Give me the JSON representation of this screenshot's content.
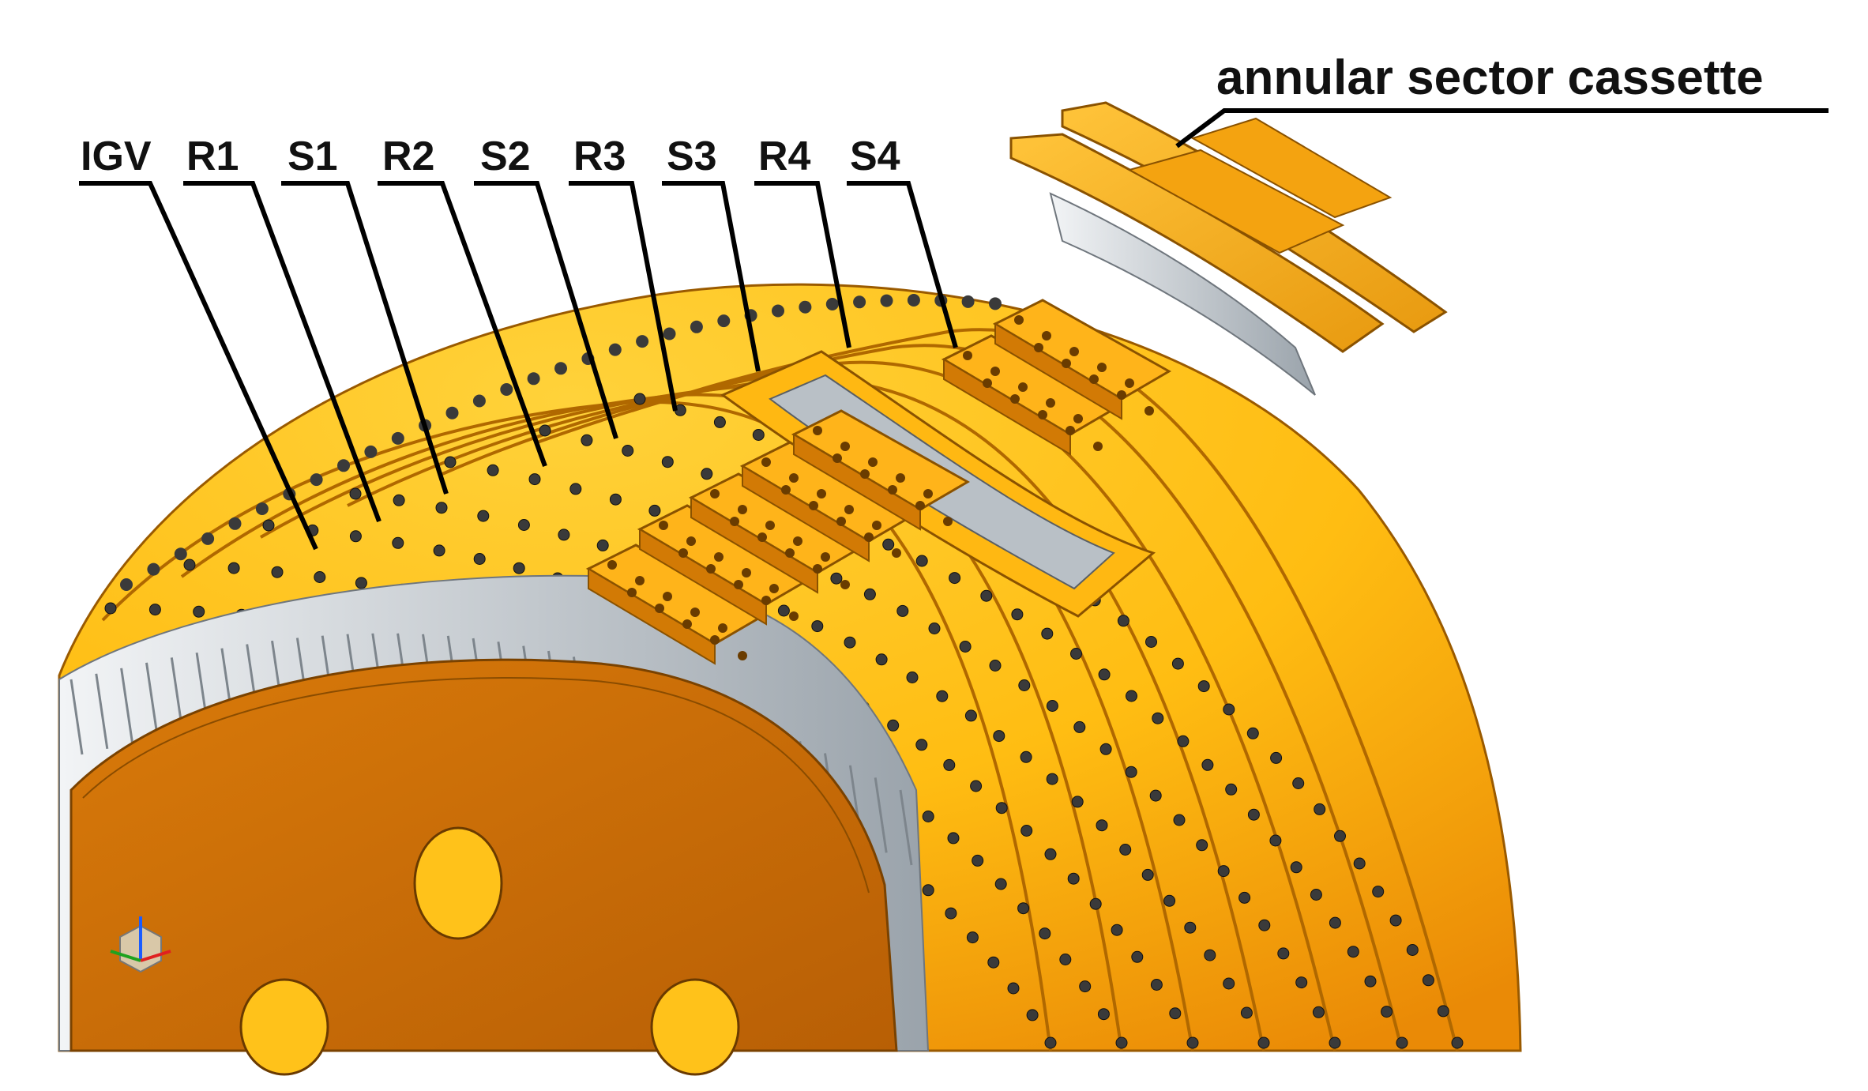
{
  "figure": {
    "title_label": "annular sector cassette",
    "stage_labels": [
      {
        "id": "igv",
        "text": "IGV"
      },
      {
        "id": "r1",
        "text": "R1"
      },
      {
        "id": "s1",
        "text": "S1"
      },
      {
        "id": "r2",
        "text": "R2"
      },
      {
        "id": "s2",
        "text": "S2"
      },
      {
        "id": "r3",
        "text": "R3"
      },
      {
        "id": "s3",
        "text": "S3"
      },
      {
        "id": "r4",
        "text": "R4"
      },
      {
        "id": "s4",
        "text": "S4"
      }
    ]
  },
  "colors": {
    "casing_light": "#ffc21a",
    "casing_dark": "#ea8a06",
    "disc": "#c86e08",
    "flange": "#f0a40e",
    "blade": "#d8dde2",
    "bolt": "#3a3a3a",
    "leader": "#000000"
  },
  "icons": [
    "orientation-triad-icon"
  ]
}
